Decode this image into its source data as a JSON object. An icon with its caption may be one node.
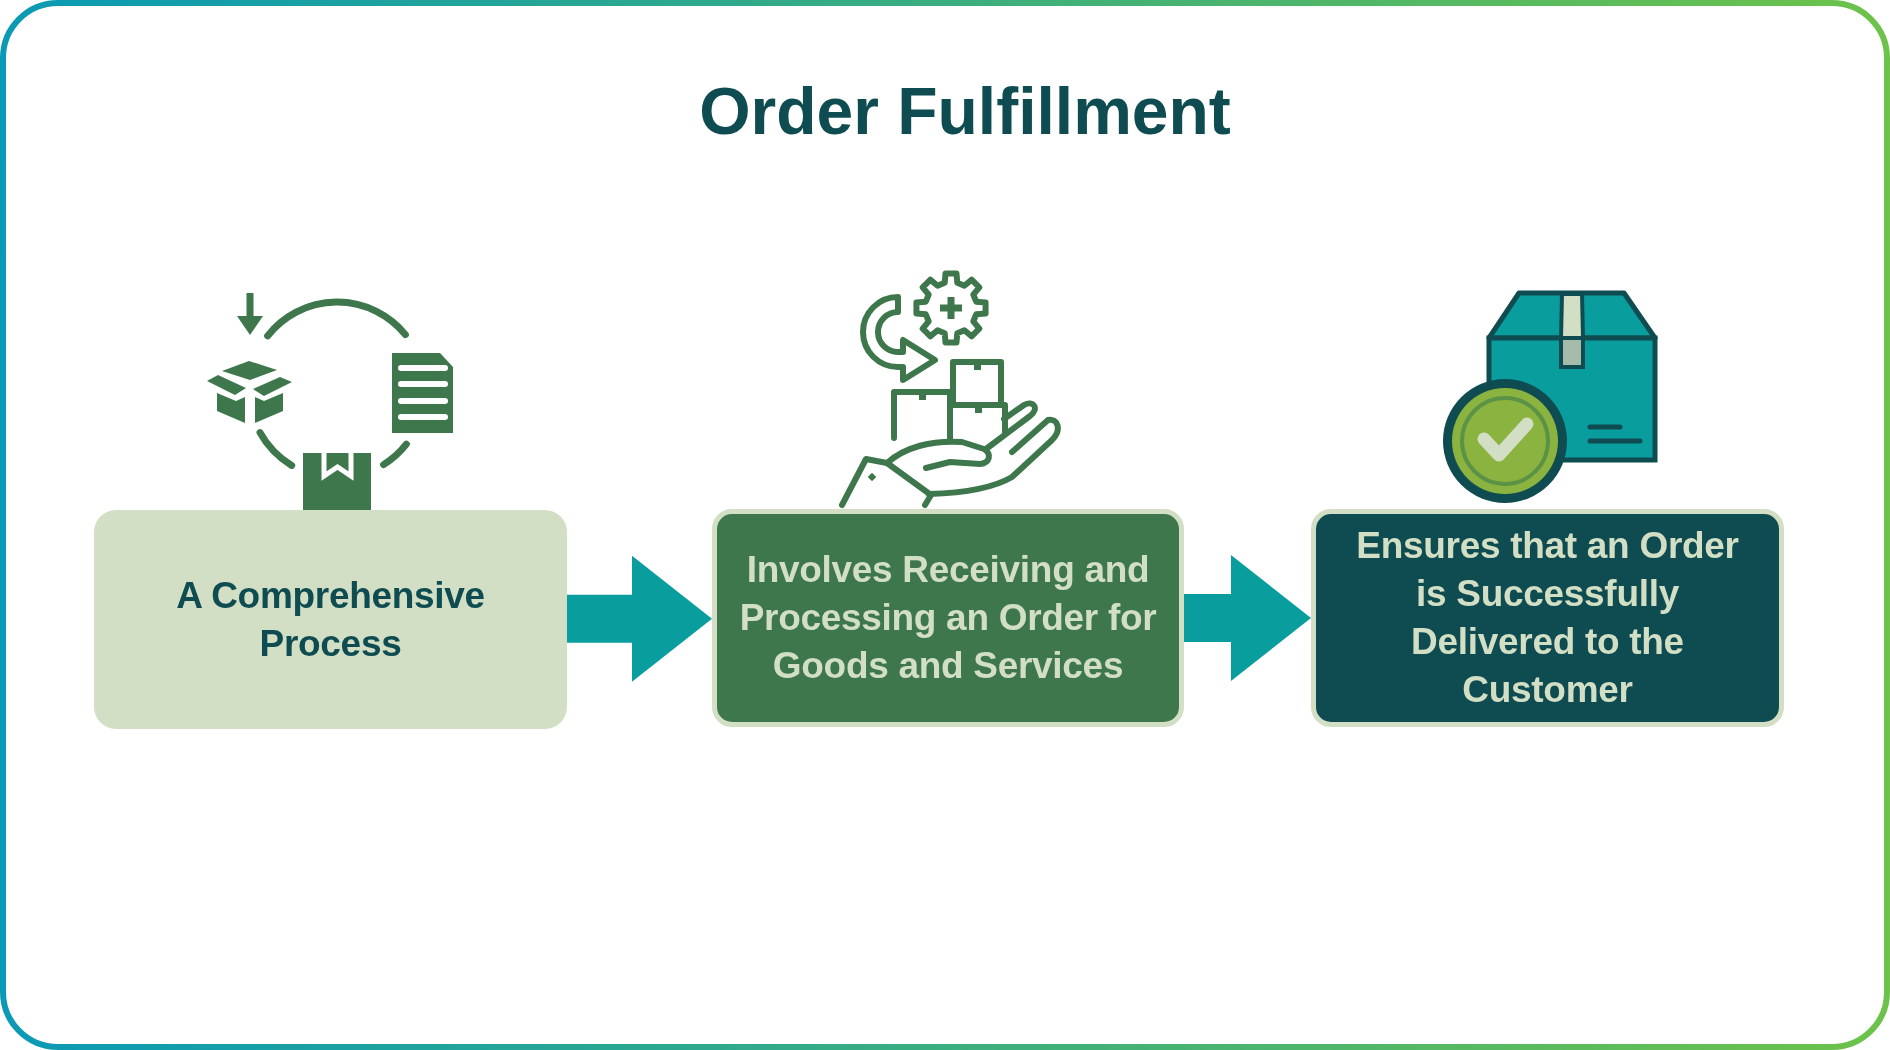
{
  "diagram": {
    "title": "Order Fulfillment",
    "nodes": [
      {
        "text": [
          "A Comprehensive Process"
        ]
      },
      {
        "text": [
          "Involves Receiving and Processing an Order for Goods and Services"
        ]
      },
      {
        "text": [
          "Ensures that an Order is Successfully Delivered to the Customer"
        ]
      }
    ],
    "edges": [
      {
        "from": 0,
        "to": 1,
        "arrow": "to"
      },
      {
        "from": 1,
        "to": 2,
        "arrow": "to"
      }
    ]
  }
}
